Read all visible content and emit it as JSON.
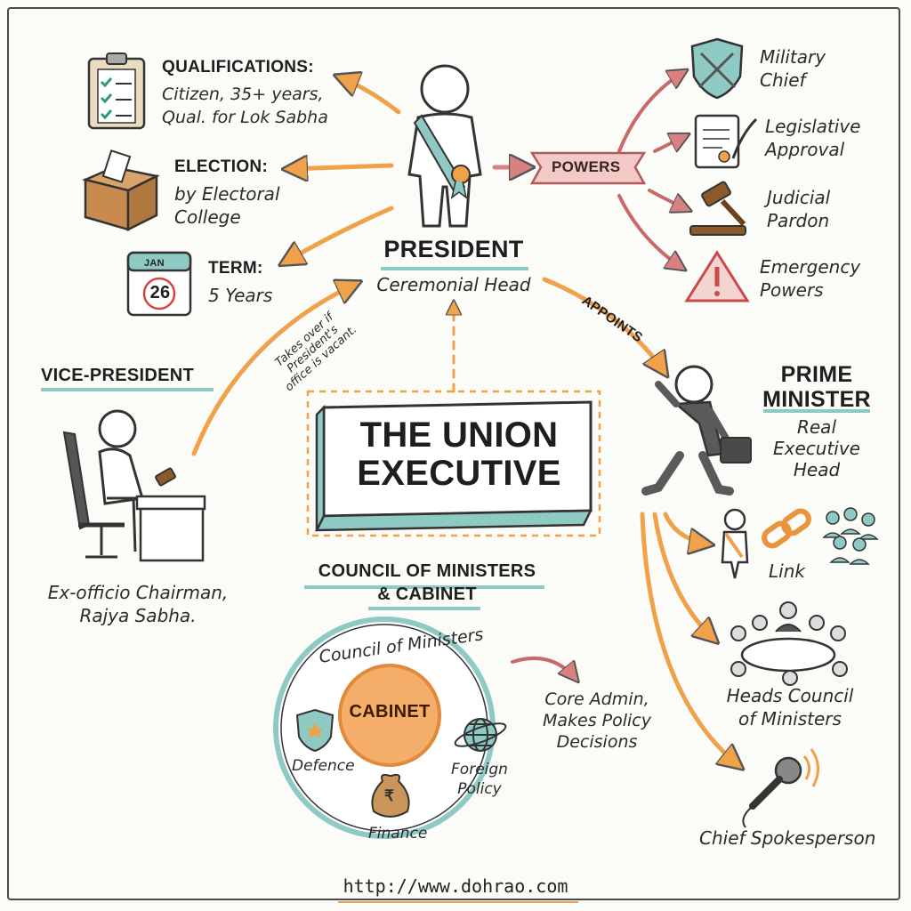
{
  "title": "THE UNION EXECUTIVE",
  "president": {
    "label": "PRESIDENT",
    "role": "Ceremonial Head"
  },
  "qualifications": {
    "label": "QUALIFICATIONS:",
    "text_line1": "Citizen, 35+ years,",
    "text_line2": "Qual. for Lok Sabha"
  },
  "election": {
    "label": "ELECTION:",
    "text_line1": "by Electoral",
    "text_line2": "College"
  },
  "term": {
    "label": "TERM:",
    "text": "5 Years",
    "calendar_month": "JAN",
    "calendar_day": "26"
  },
  "powers": {
    "label": "POWERS",
    "items": [
      {
        "line1": "Military",
        "line2": "Chief"
      },
      {
        "line1": "Legislative",
        "line2": "Approval"
      },
      {
        "line1": "Judicial",
        "line2": "Pardon"
      },
      {
        "line1": "Emergency",
        "line2": "Powers"
      }
    ]
  },
  "appoints_label": "APPOINTS",
  "vice_president": {
    "label": "VICE-PRESIDENT",
    "takeover_line1": "Takes over if",
    "takeover_line2": "President's",
    "takeover_line3": "office is vacant.",
    "role_line1": "Ex-officio Chairman,",
    "role_line2": "Rajya Sabha."
  },
  "prime_minister": {
    "label_line1": "PRIME",
    "label_line2": "MINISTER",
    "role_line1": "Real",
    "role_line2": "Executive",
    "role_line3": "Head",
    "link_label": "Link",
    "heads_line1": "Heads Council",
    "heads_line2": "of Ministers",
    "spokesperson": "Chief Spokesperson"
  },
  "council": {
    "heading_line1": "COUNCIL OF MINISTERS",
    "heading_line2": "& CABINET",
    "ring_label": "Council of Ministers",
    "cabinet": "CABINET",
    "defence": "Defence",
    "foreign_line1": "Foreign",
    "foreign_line2": "Policy",
    "finance": "Finance",
    "rupee_symbol": "₹",
    "core_line1": "Core Admin,",
    "core_line2": "Makes Policy",
    "core_line3": "Decisions"
  },
  "footer_url": "http://www.dohrao.com",
  "colors": {
    "teal": "#8ecac3",
    "orange": "#f0a24a",
    "red_arrow": "#c86a6a",
    "powers_banner": "#f2c9c6",
    "cabinet_fill": "#f5ad6a"
  },
  "icons": [
    "clipboard-icon",
    "ballot-box-icon",
    "calendar-icon",
    "shield-swords-icon",
    "scroll-quill-icon",
    "gavel-icon",
    "warning-icon",
    "chain-link-icon",
    "people-group-icon",
    "round-table-icon",
    "microphone-icon",
    "globe-icon",
    "money-bag-icon"
  ]
}
